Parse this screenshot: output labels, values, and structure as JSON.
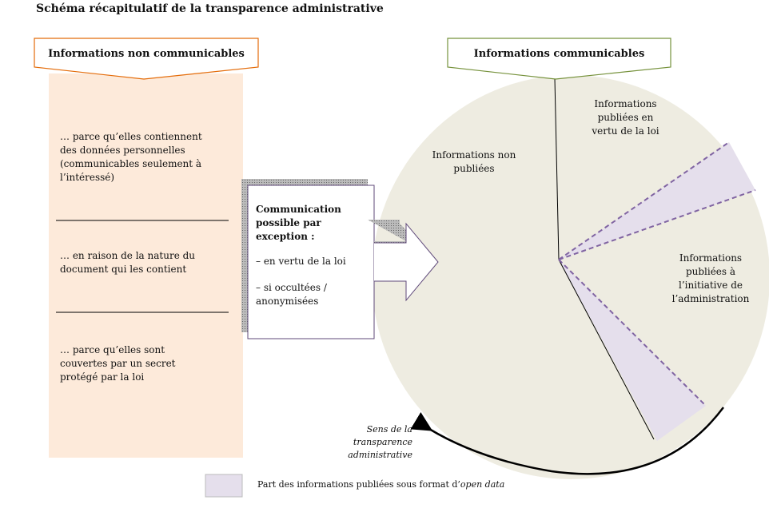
{
  "title": "Schéma récapitulatif de la transparence administrative",
  "left": {
    "header": "Informations non communicables",
    "items": [
      "… parce qu’elles contiennent des données personnelles (communicables seulement à l’intéressé)",
      "… en raison de la nature du document qui les contient",
      "… parce qu’elles sont couvertes par un secret protégé par la loi"
    ]
  },
  "middle": {
    "heading": "Communication possible par exception :",
    "items": [
      "– en vertu de la loi",
      "– si occultées / anonymisées"
    ]
  },
  "right": {
    "header": "Informations communicables",
    "segments": [
      "Informations non publiées",
      "Informations publiées en vertu de la loi",
      "Informations publiées à l’initiative de l’administration"
    ]
  },
  "direction_label": "Sens de la transparence administrative",
  "legend": {
    "text": "Part des informations publiées sous format d’",
    "italic": "open data"
  },
  "colors": {
    "orange": "#e46c0a",
    "peach": "#fdeada",
    "green": "#76923c",
    "pie": "#eeece1",
    "lavender": "#e5dfec",
    "purple": "#8064a2",
    "box_border": "#5f497a"
  }
}
